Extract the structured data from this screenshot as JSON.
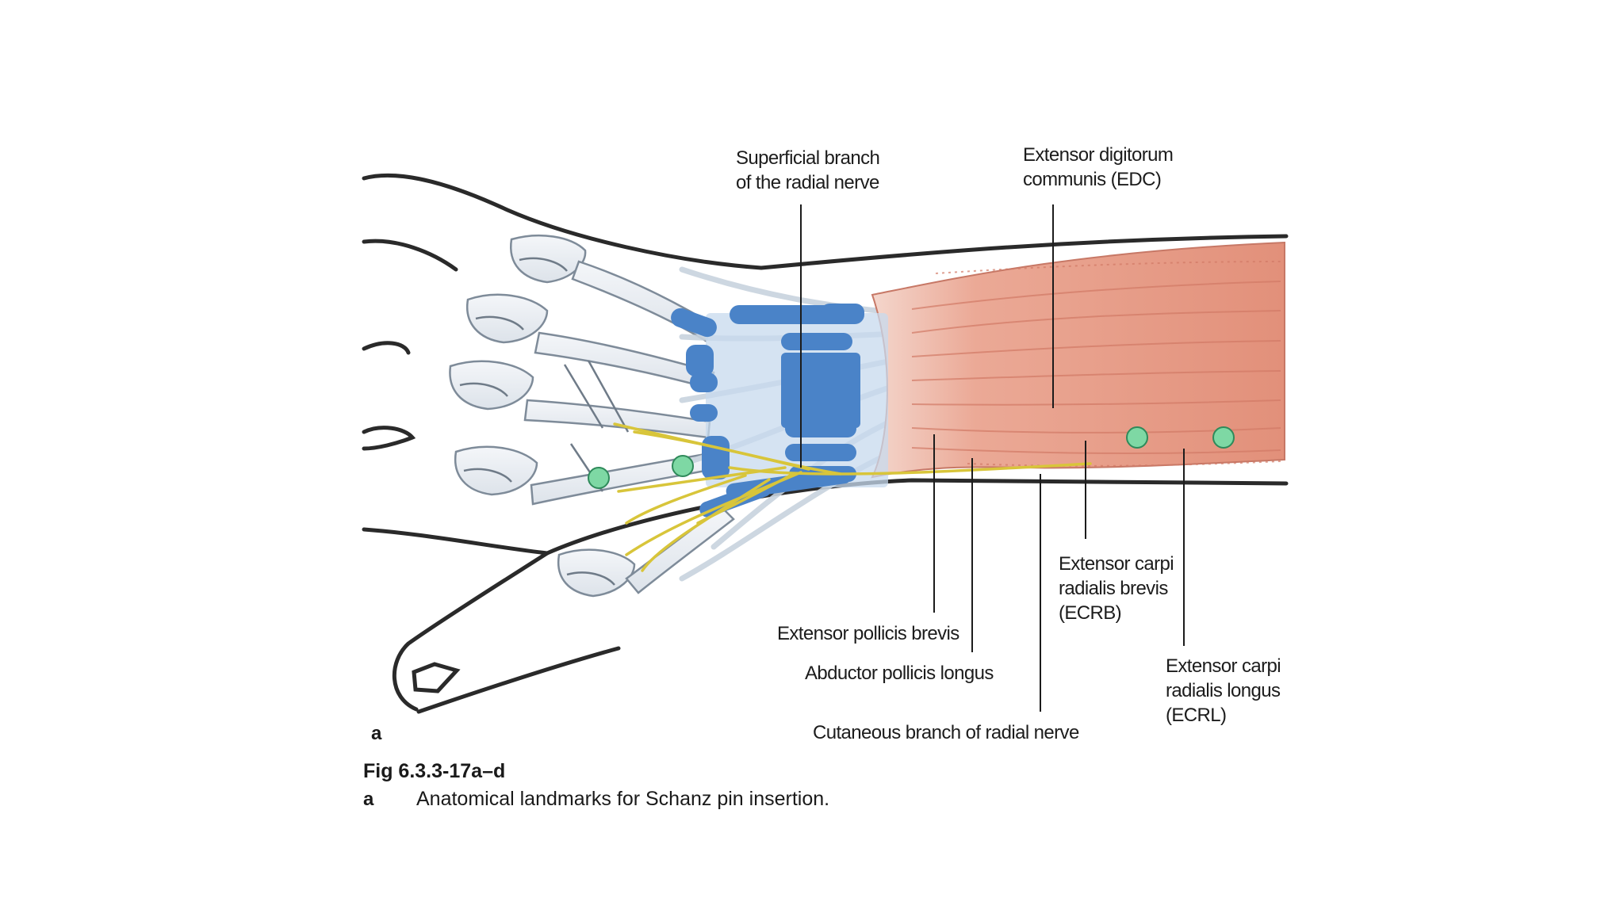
{
  "labels": {
    "superficial_branch_line1": "Superficial branch",
    "superficial_branch_line2": "of the radial nerve",
    "edc_line1": "Extensor digitorum",
    "edc_line2": "communis (EDC)",
    "ecrb_line1": "Extensor carpi",
    "ecrb_line2": "radialis brevis",
    "ecrb_line3": "(ECRB)",
    "ecrl_line1": "Extensor carpi",
    "ecrl_line2": "radialis longus",
    "ecrl_line3": "(ECRL)",
    "epb": "Extensor pollicis brevis",
    "apl": "Abductor pollicis longus",
    "cutaneous": "Cutaneous branch of radial nerve"
  },
  "panel_letter": "a",
  "caption": {
    "title": "Fig 6.3.3-17a–d",
    "letter": "a",
    "text": "Anatomical landmarks for Schanz pin insertion."
  },
  "colors": {
    "muscle": "#e7a08b",
    "muscle_stripe": "#d27a66",
    "retinaculum": "#4a83c8",
    "nerve": "#d8c53a",
    "pin_marker": "#7ed8a4",
    "outline": "#2a2a2a",
    "bone": "#e8ecf1"
  }
}
